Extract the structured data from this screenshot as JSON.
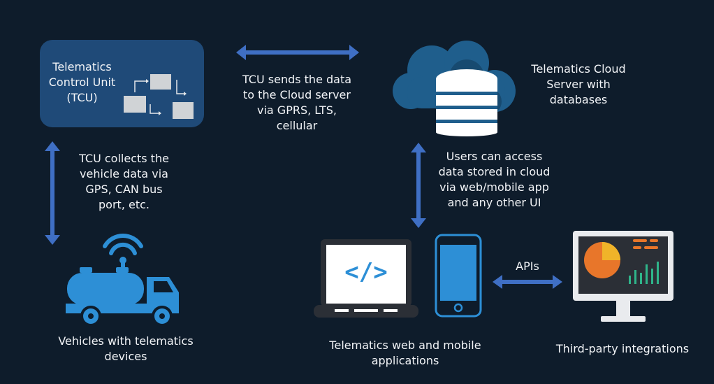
{
  "tcu": {
    "label_line1": "Telematics",
    "label_line2": "Control Unit",
    "label_line3": "(TCU)"
  },
  "edge_tcu_cloud": {
    "line1": "TCU sends the data",
    "line2": "to the Cloud server",
    "line3": "via GPRS, LTS,",
    "line4": "cellular"
  },
  "cloud": {
    "line1": "Telematics Cloud",
    "line2": "Server with",
    "line3": "databases"
  },
  "edge_tcu_vehicle": {
    "line1": "TCU collects the",
    "line2": "vehicle data via",
    "line3": "GPS, CAN bus",
    "line4": "port, etc."
  },
  "edge_cloud_apps": {
    "line1": "Users can access",
    "line2": "data stored in cloud",
    "line3": "via web/mobile app",
    "line4": "and any other UI"
  },
  "vehicles": {
    "line1": "Vehicles with telematics",
    "line2": "devices"
  },
  "apps": {
    "line1": "Telematics web and mobile",
    "line2": "applications",
    "code_glyph": "</>"
  },
  "edge_apps_thirdparty": {
    "label": "APIs"
  },
  "thirdparty": {
    "label": "Third-party integrations"
  },
  "colors": {
    "background": "#0e1c2b",
    "tcu_box": "#1f4a78",
    "arrow": "#3f6fc4",
    "truck": "#2d8fd6",
    "cloud": "#1f5e8c",
    "db": "#ffffff",
    "pie_orange": "#e8762a",
    "pie_yellow": "#f0b429",
    "bars_green": "#2fb58a"
  }
}
